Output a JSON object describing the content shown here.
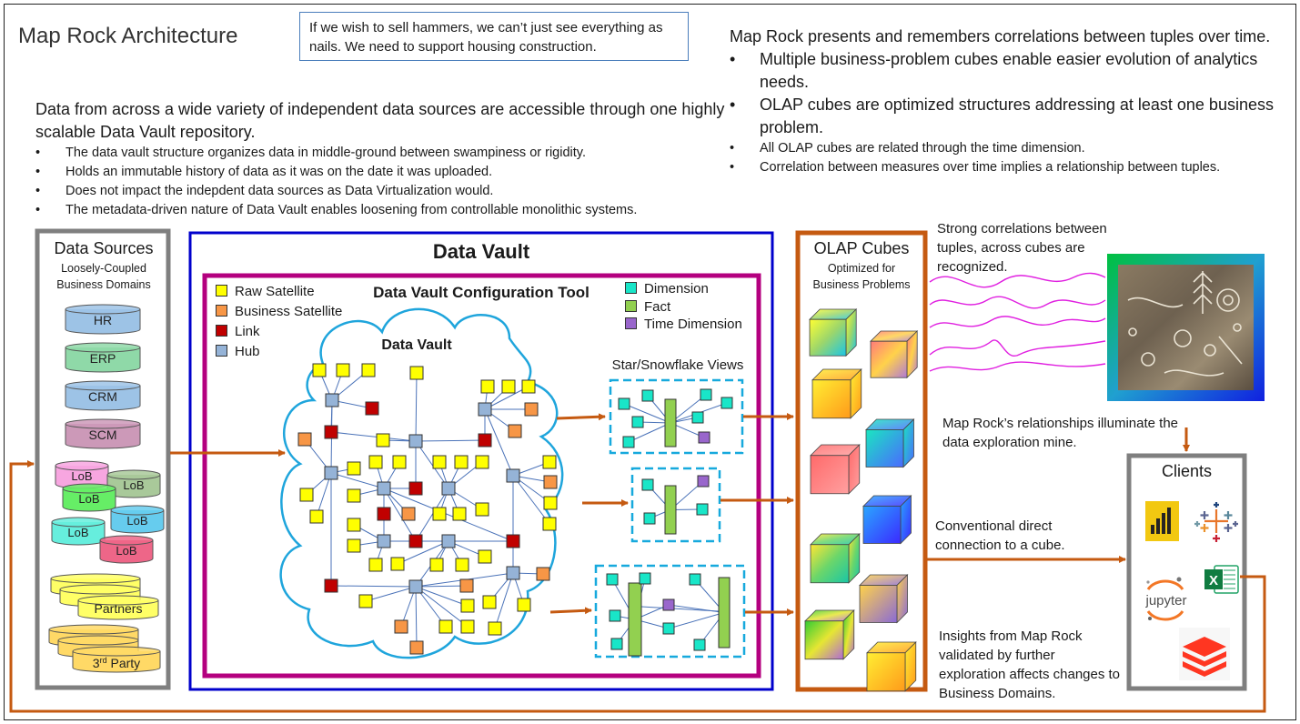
{
  "title": "Map Rock Architecture",
  "quote": "If we wish to sell hammers, we can’t just see everything as nails. We need to support housing construction.",
  "left_intro": {
    "lead": "Data from across a wide variety of independent data sources are accessible through one highly scalable Data Vault repository.",
    "bullets": [
      "The data vault structure organizes data in middle-ground between swampiness or rigidity.",
      "Holds an immutable history of data as it was on the date it was uploaded.",
      "Does not impact the indepdent data sources as Data Virtualization would.",
      "The metadata-driven nature of Data Vault enables loosening from controllable monolithic systems."
    ]
  },
  "right_intro": {
    "lead": "Map Rock presents and remembers correlations between tuples over time.",
    "bullets_large": [
      "Multiple business-problem cubes enable easier evolution of analytics needs.",
      "OLAP cubes are optimized structures addressing at least one business problem."
    ],
    "bullets_small": [
      "All OLAP cubes are related through the time dimension.",
      "Correlation between measures over time implies a relationship between tuples."
    ]
  },
  "data_sources": {
    "title": "Data Sources",
    "subtitle": "Loosely-Coupled Business Domains",
    "db": [
      "HR",
      "ERP",
      "CRM",
      "SCM"
    ],
    "lob": [
      "LoB",
      "LoB",
      "LoB",
      "LoB",
      "LoB",
      "LoB"
    ],
    "partners": "Partners",
    "third_party_base": "3",
    "third_party_sup": "rd",
    "third_party_rest": " Party"
  },
  "data_vault": {
    "title": "Data Vault",
    "tool_title": "Data Vault Configuration Tool",
    "cloud_label": "Data Vault",
    "legend_left": [
      {
        "label": "Raw Satellite",
        "color": "#ffff00"
      },
      {
        "label": "Business Satellite",
        "color": "#f79646"
      },
      {
        "label": "Link",
        "color": "#c00000"
      },
      {
        "label": "Hub",
        "color": "#95b3d7"
      }
    ],
    "legend_right": [
      {
        "label": "Dimension",
        "color": "#19e6c8"
      },
      {
        "label": "Fact",
        "color": "#92d050"
      },
      {
        "label": "Time Dimension",
        "color": "#9966cc"
      }
    ],
    "views_label": "Star/Snowflake Views"
  },
  "olap": {
    "title": "OLAP Cubes",
    "subtitle": "Optimized for Business Problems"
  },
  "notes": {
    "correlations": "Strong correlations between tuples, across cubes are recognized.",
    "relationships": "Map Rock’s relationships illuminate the data exploration mine.",
    "conventional": "Conventional direct connection to a cube.",
    "insights": "Insights from Map Rock validated by further exploration affects changes to Business Domains."
  },
  "clients": {
    "title": "Clients",
    "jupyter": "jupyter"
  },
  "colors": {
    "arrow": "#c55a11",
    "vault_border": "#0000cc",
    "tool_border": "#b4007f",
    "cloud": "#1fa5dc",
    "view_border": "#17a9dd",
    "ds_border": "#7f7f7f",
    "olap_border": "#c55a11"
  }
}
